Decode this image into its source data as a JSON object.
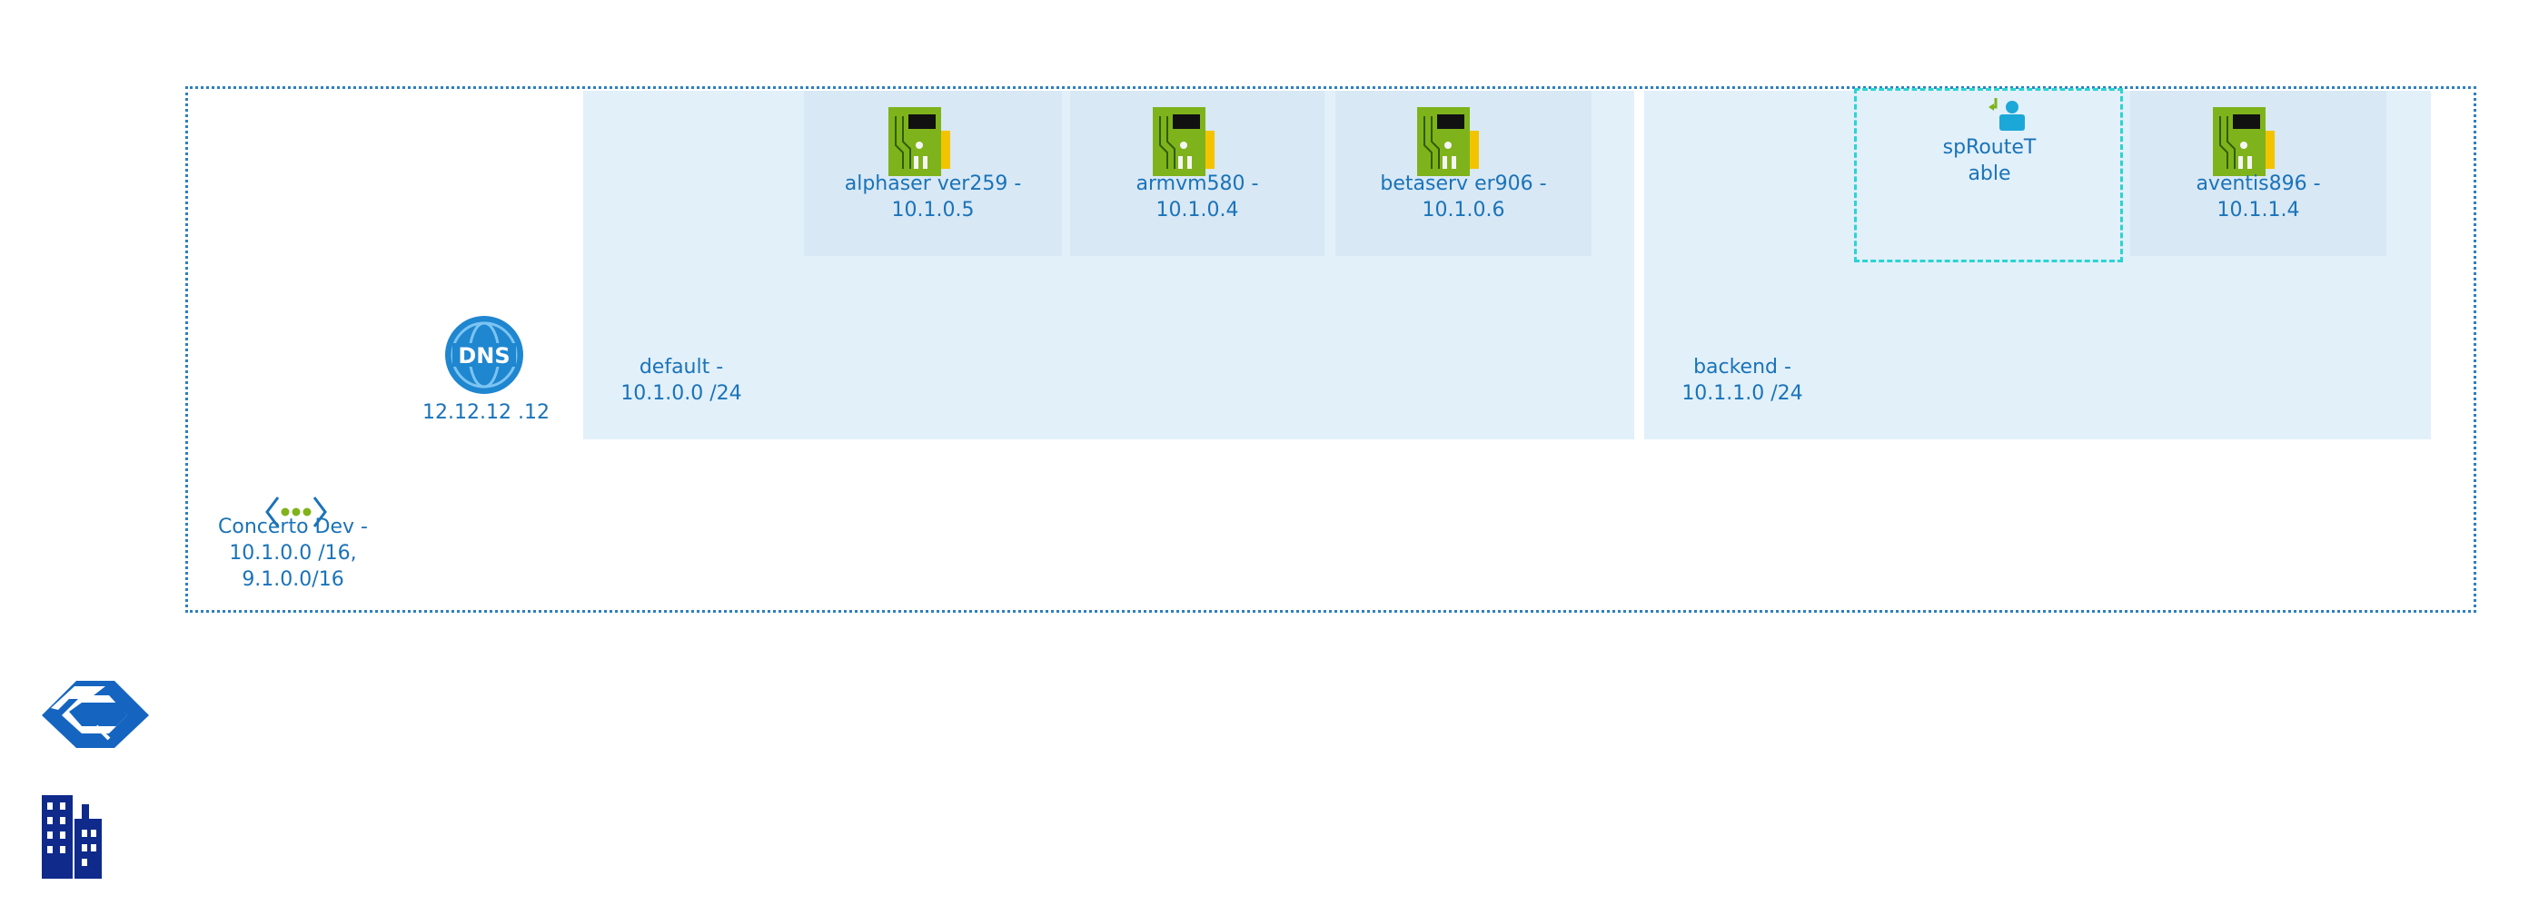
{
  "vnet": {
    "name_line1": "Concerto Dev -",
    "name_line2": "10.1.0.0 /16,",
    "name_line3": "9.1.0.0/16"
  },
  "dns": {
    "icon_text": "DNS",
    "label": "12.12.12 .12"
  },
  "subnets": {
    "default": {
      "line1": "default -",
      "line2": "10.1.0.0 /24"
    },
    "backend": {
      "line1": "backend -",
      "line2": "10.1.1.0 /24"
    }
  },
  "nics": [
    {
      "line1": "alphaser ver259 -",
      "line2": "10.1.0.5"
    },
    {
      "line1": "armvm580 -",
      "line2": "10.1.0.4"
    },
    {
      "line1": "betaserv er906 -",
      "line2": "10.1.0.6"
    },
    {
      "line1": "aventis896 -",
      "line2": "10.1.1.4"
    }
  ],
  "route_table": {
    "line1": "spRouteT",
    "line2": "able"
  },
  "colors": {
    "label": "#1a73b8",
    "vnet_border": "#2e7fc0",
    "subnet_fill": "#e2f0fa",
    "nic_fill": "#d8e8f5",
    "route_border": "#2ad4d4",
    "nic_green": "#7fb31b",
    "gateway_blue": "#1565c0",
    "building_navy": "#0f2a8a"
  },
  "icons": [
    "nic-icon",
    "dns-icon",
    "route-table-icon",
    "vnet-icon",
    "gateway-icon",
    "building-icon"
  ]
}
